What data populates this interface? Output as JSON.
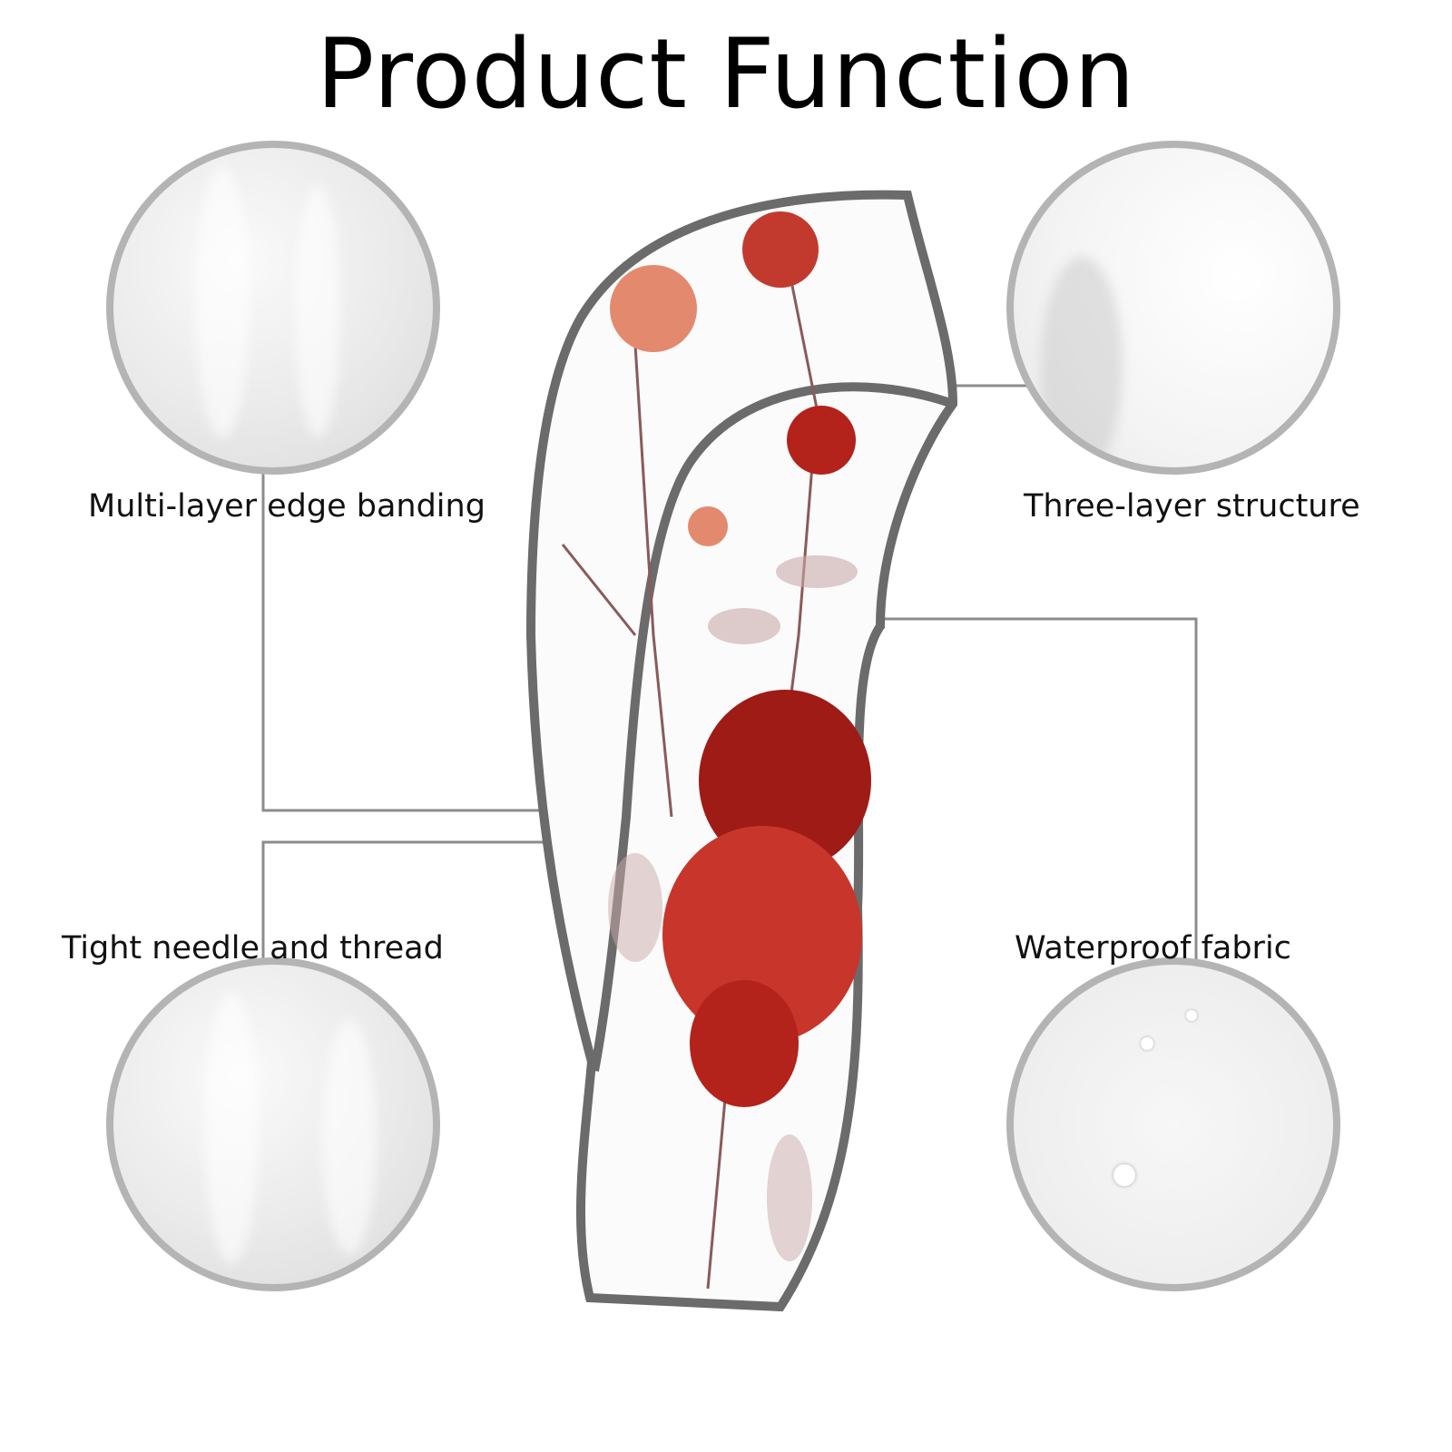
{
  "title": "Product Function",
  "features": {
    "top_left": "Multi-layer edge banding",
    "top_right": "Three-layer structure",
    "bottom_left": "Tight needle and thread",
    "bottom_right": "Waterproof fabric"
  },
  "colors": {
    "circle_border": "#b4b4b4",
    "piping": "#6b6b6b",
    "flower_red": "#b3221b",
    "leaf": "#8a5a5a"
  }
}
